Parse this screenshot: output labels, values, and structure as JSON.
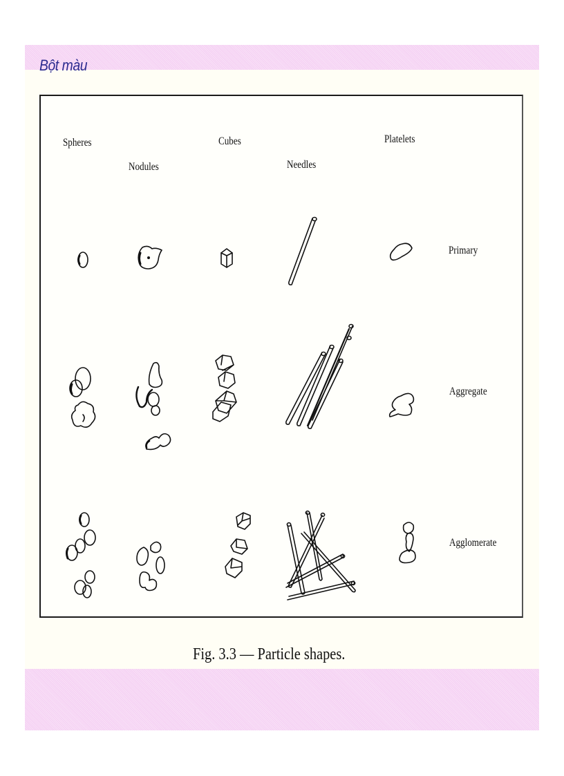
{
  "slide": {
    "title": "Bột màu",
    "colors": {
      "title_text": "#2b2a8f",
      "band": "#f9e2f7",
      "background": "#fffef5"
    }
  },
  "figure": {
    "column_headers": [
      "Spheres",
      "Nodules",
      "Cubes",
      "Needles",
      "Platelets"
    ],
    "row_labels": [
      "Primary",
      "Aggregate",
      "Agglomerate"
    ],
    "caption": "Fig. 3.3 — Particle shapes."
  }
}
